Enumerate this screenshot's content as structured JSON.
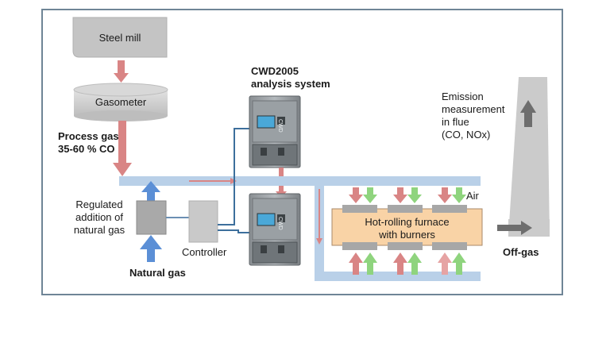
{
  "steel_mill": "Steel mill",
  "gasometer": "Gasometer",
  "process_gas": [
    "Process gas",
    "35-60 % CO"
  ],
  "analysis_system": [
    "CWD2005",
    "analysis system"
  ],
  "emission": [
    "Emission",
    "measurement",
    "in flue",
    "(CO, NOx)"
  ],
  "regulated": [
    "Regulated",
    "addition of",
    "natural gas"
  ],
  "controller": "Controller",
  "natural_gas": "Natural gas",
  "air": "Air",
  "furnace": [
    "Hot-rolling furnace",
    "with burners"
  ],
  "off_gas": "Off-gas",
  "analyzer_brand": "CWD",
  "colors": {
    "pipe": "#b9d0e8",
    "red_arrow": "#d98585",
    "green_arrow": "#8fd47e",
    "blue_arrow": "#5b8fd6",
    "furnace": "#f9d3a6",
    "grey_box": "#c2c2c2",
    "stack": "#c9c9c9",
    "frame": "#6f8596"
  }
}
